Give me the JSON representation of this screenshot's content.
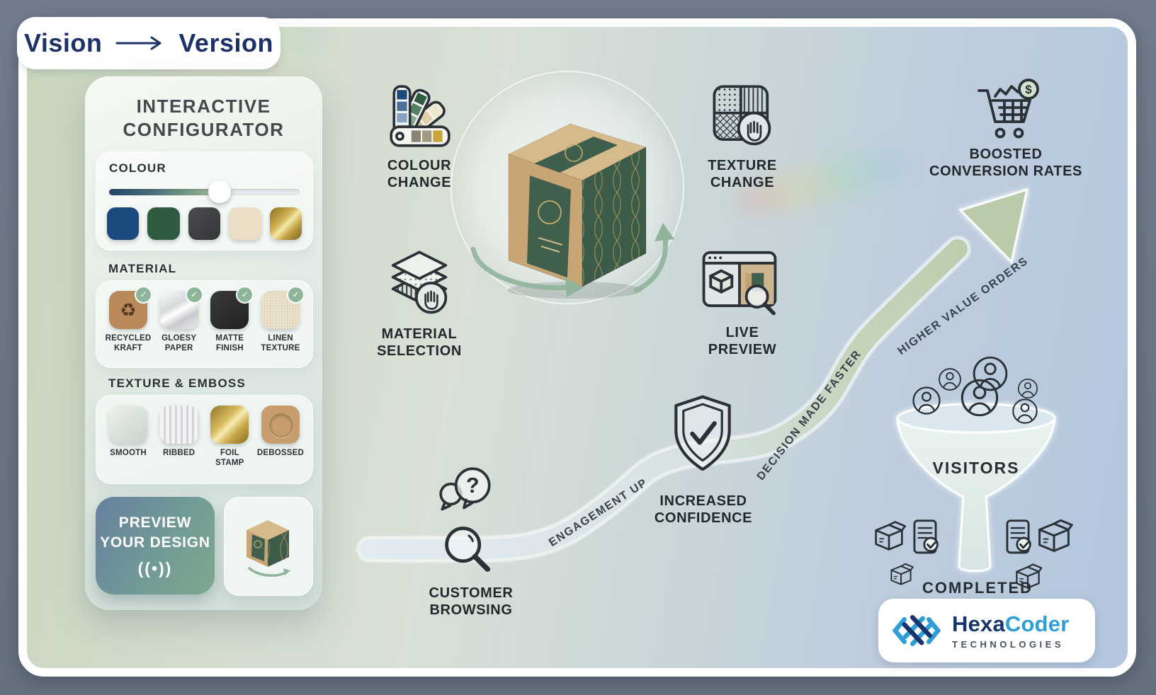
{
  "colors": {
    "frame_outer": "#6c7787",
    "canvas_green": "#c9d5bd",
    "canvas_blue": "#b3c6dd",
    "brand_navy": "#1d3168",
    "logo_navy": "#16346d",
    "logo_blue": "#2d9fd6",
    "accent_green": "#8db598",
    "path_green": "#b9cbaa",
    "icon_stroke": "#2b3137"
  },
  "brand_tab": {
    "vision": "Vision",
    "version": "Version"
  },
  "panel": {
    "title": "INTERACTIVE\nCONFIGURATOR",
    "colour": {
      "label": "COLOUR",
      "swatches": [
        {
          "name": "navy",
          "style": "background:#1d4a7c"
        },
        {
          "name": "forest-green",
          "style": "background:#2f5c40"
        },
        {
          "name": "charcoal",
          "style": "background:linear-gradient(145deg,#4b4b4e,#37373a)"
        },
        {
          "name": "cream",
          "style": "background:#eadfc6"
        },
        {
          "name": "gold",
          "style": "background:linear-gradient(135deg,#8a6d20,#d3b356 40%,#f5e9a8 52%,#c3a245 70%,#7c611a)"
        }
      ]
    },
    "material": {
      "label": "MATERIAL",
      "items": [
        {
          "label": "RECYCLED\nKRAFT",
          "icon": "♻",
          "style": "background:#b9895c"
        },
        {
          "label": "GLOESY\nPAPER",
          "icon": "",
          "style": "background:linear-gradient(150deg,#fbfbfb,#d6d8da 38%,#ffffff 52%,#c8cace 70%,#ececee)"
        },
        {
          "label": "MATTE\nFINISH",
          "icon": "",
          "style": "background:linear-gradient(145deg,#3a3a3c,#222224)"
        },
        {
          "label": "LINEN\nTEXTURE",
          "icon": "",
          "style": "background:#ece1c9;background-image:repeating-linear-gradient(0deg,rgba(0,0,0,.045) 0 1px,transparent 1px 4px),repeating-linear-gradient(90deg,rgba(0,0,0,.045) 0 1px,transparent 1px 4px)"
        }
      ]
    },
    "texture": {
      "label": "TEXTURE & EMBOSS",
      "items": [
        {
          "label": "SMOOTH",
          "style": "background:linear-gradient(140deg,#edf1ec,#c7d2cb)"
        },
        {
          "label": "RIBBED",
          "style": "background:repeating-linear-gradient(90deg,#f4f4f6 0px,#f4f4f6 5px,#d4d4d8 5px,#d4d4d8 8px)"
        },
        {
          "label": "FOIL\nSTAMP",
          "style": "background:linear-gradient(135deg,#8f7426,#d9bd62 40%,#f8edb2 52%,#c7a647 70%,#8a6e22)"
        },
        {
          "label": "DEBOSSED",
          "style": "background:#c79d6e"
        }
      ]
    },
    "preview_button": {
      "label": "PREVIEW\nYOUR DESIGN",
      "live_icon": "((•))"
    }
  },
  "features": {
    "colour_change": "COLOUR\nCHANGE",
    "texture_change": "TEXTURE\nCHANGE",
    "material_selection": "MATERIAL\nSELECTION",
    "live_preview": "LIVE\nPREVIEW",
    "boosted_conversion": "BOOSTED\nCONVERSION RATES"
  },
  "journey": {
    "customer_browsing": "CUSTOMER\nBROWSING",
    "increased_confidence": "INCREASED\nCONFIDENCE",
    "labels": {
      "engagement": "ENGAGEMENT UP",
      "decision": "DECISION MADE FASTER",
      "higher_value": "HIGHER VALUE ORDERS"
    }
  },
  "funnel": {
    "visitors": "VISITORS",
    "completed": "COMPLETED"
  },
  "brand_footer": {
    "name_left": "Hexa",
    "name_right": "Coder",
    "tagline": "TECHNOLOGIES"
  }
}
